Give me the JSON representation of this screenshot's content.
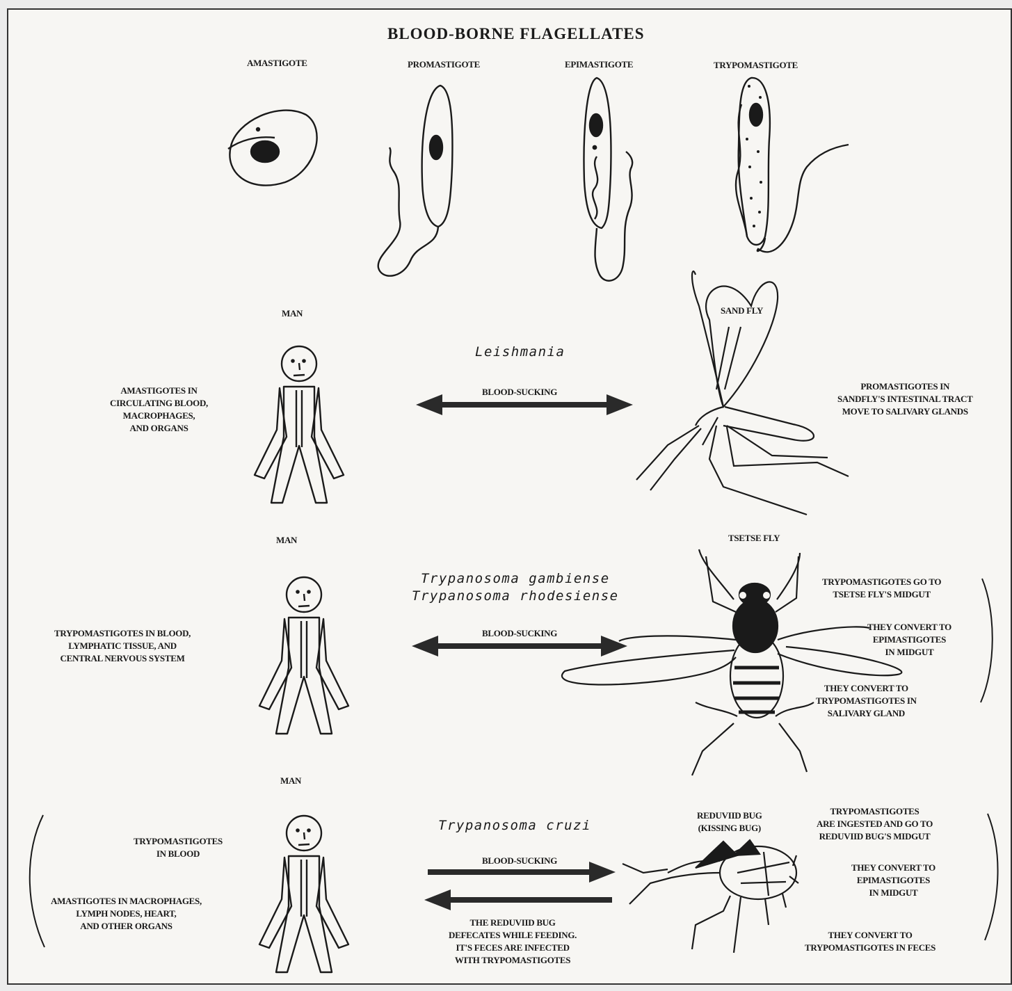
{
  "title": "BLOOD-BORNE FLAGELLATES",
  "stages": [
    "AMASTIGOTE",
    "PROMASTIGOTE",
    "EPIMASTIGOTE",
    "TRYPOMASTIGOTE"
  ],
  "row1": {
    "host": "MAN",
    "host_note": "AMASTIGOTES IN\nCIRCULATING BLOOD,\nMACROPHAGES,\nAND ORGANS",
    "species": "Leishmania",
    "arrow": "BLOOD-SUCKING",
    "vector": "SAND FLY",
    "vector_note": "PROMASTIGOTES IN\nSANDFLY'S INTESTINAL TRACT\nMOVE TO SALIVARY GLANDS"
  },
  "row2": {
    "host": "MAN",
    "host_note": "TRYPOMASTIGOTES IN BLOOD,\nLYMPHATIC TISSUE, AND\nCENTRAL NERVOUS SYSTEM",
    "species": "Trypanosoma   gambiense\nTrypanosoma   rhodesiense",
    "arrow": "BLOOD-SUCKING",
    "vector": "TSETSE FLY",
    "vector_note_1": "TRYPOMASTIGOTES GO TO\nTSETSE FLY'S MIDGUT",
    "vector_note_2": "THEY CONVERT TO\nEPIMASTIGOTES\nIN MIDGUT",
    "vector_note_3": "THEY CONVERT TO\nTRYPOMASTIGOTES IN\nSALIVARY GLAND"
  },
  "row3": {
    "host": "MAN",
    "host_note_1": "TRYPOMASTIGOTES\nIN BLOOD",
    "host_note_2": "AMASTIGOTES IN MACROPHAGES,\nLYMPH NODES, HEART,\nAND OTHER ORGANS",
    "species": "Trypanosoma   cruzi",
    "arrow": "BLOOD-SUCKING",
    "return_note": "THE REDUVIID BUG\nDEFECATES WHILE FEEDING.\nIT'S FECES ARE INFECTED\nWITH TRYPOMASTIGOTES",
    "vector": "REDUVIID BUG\n(KISSING BUG)",
    "vector_note_1": "TRYPOMASTIGOTES\nARE INGESTED AND GO TO\nREDUVIID BUG'S MIDGUT",
    "vector_note_2": "THEY CONVERT TO\nEPIMASTIGOTES\nIN MIDGUT",
    "vector_note_3": "THEY CONVERT TO\nTRYPOMASTIGOTES IN FECES"
  }
}
